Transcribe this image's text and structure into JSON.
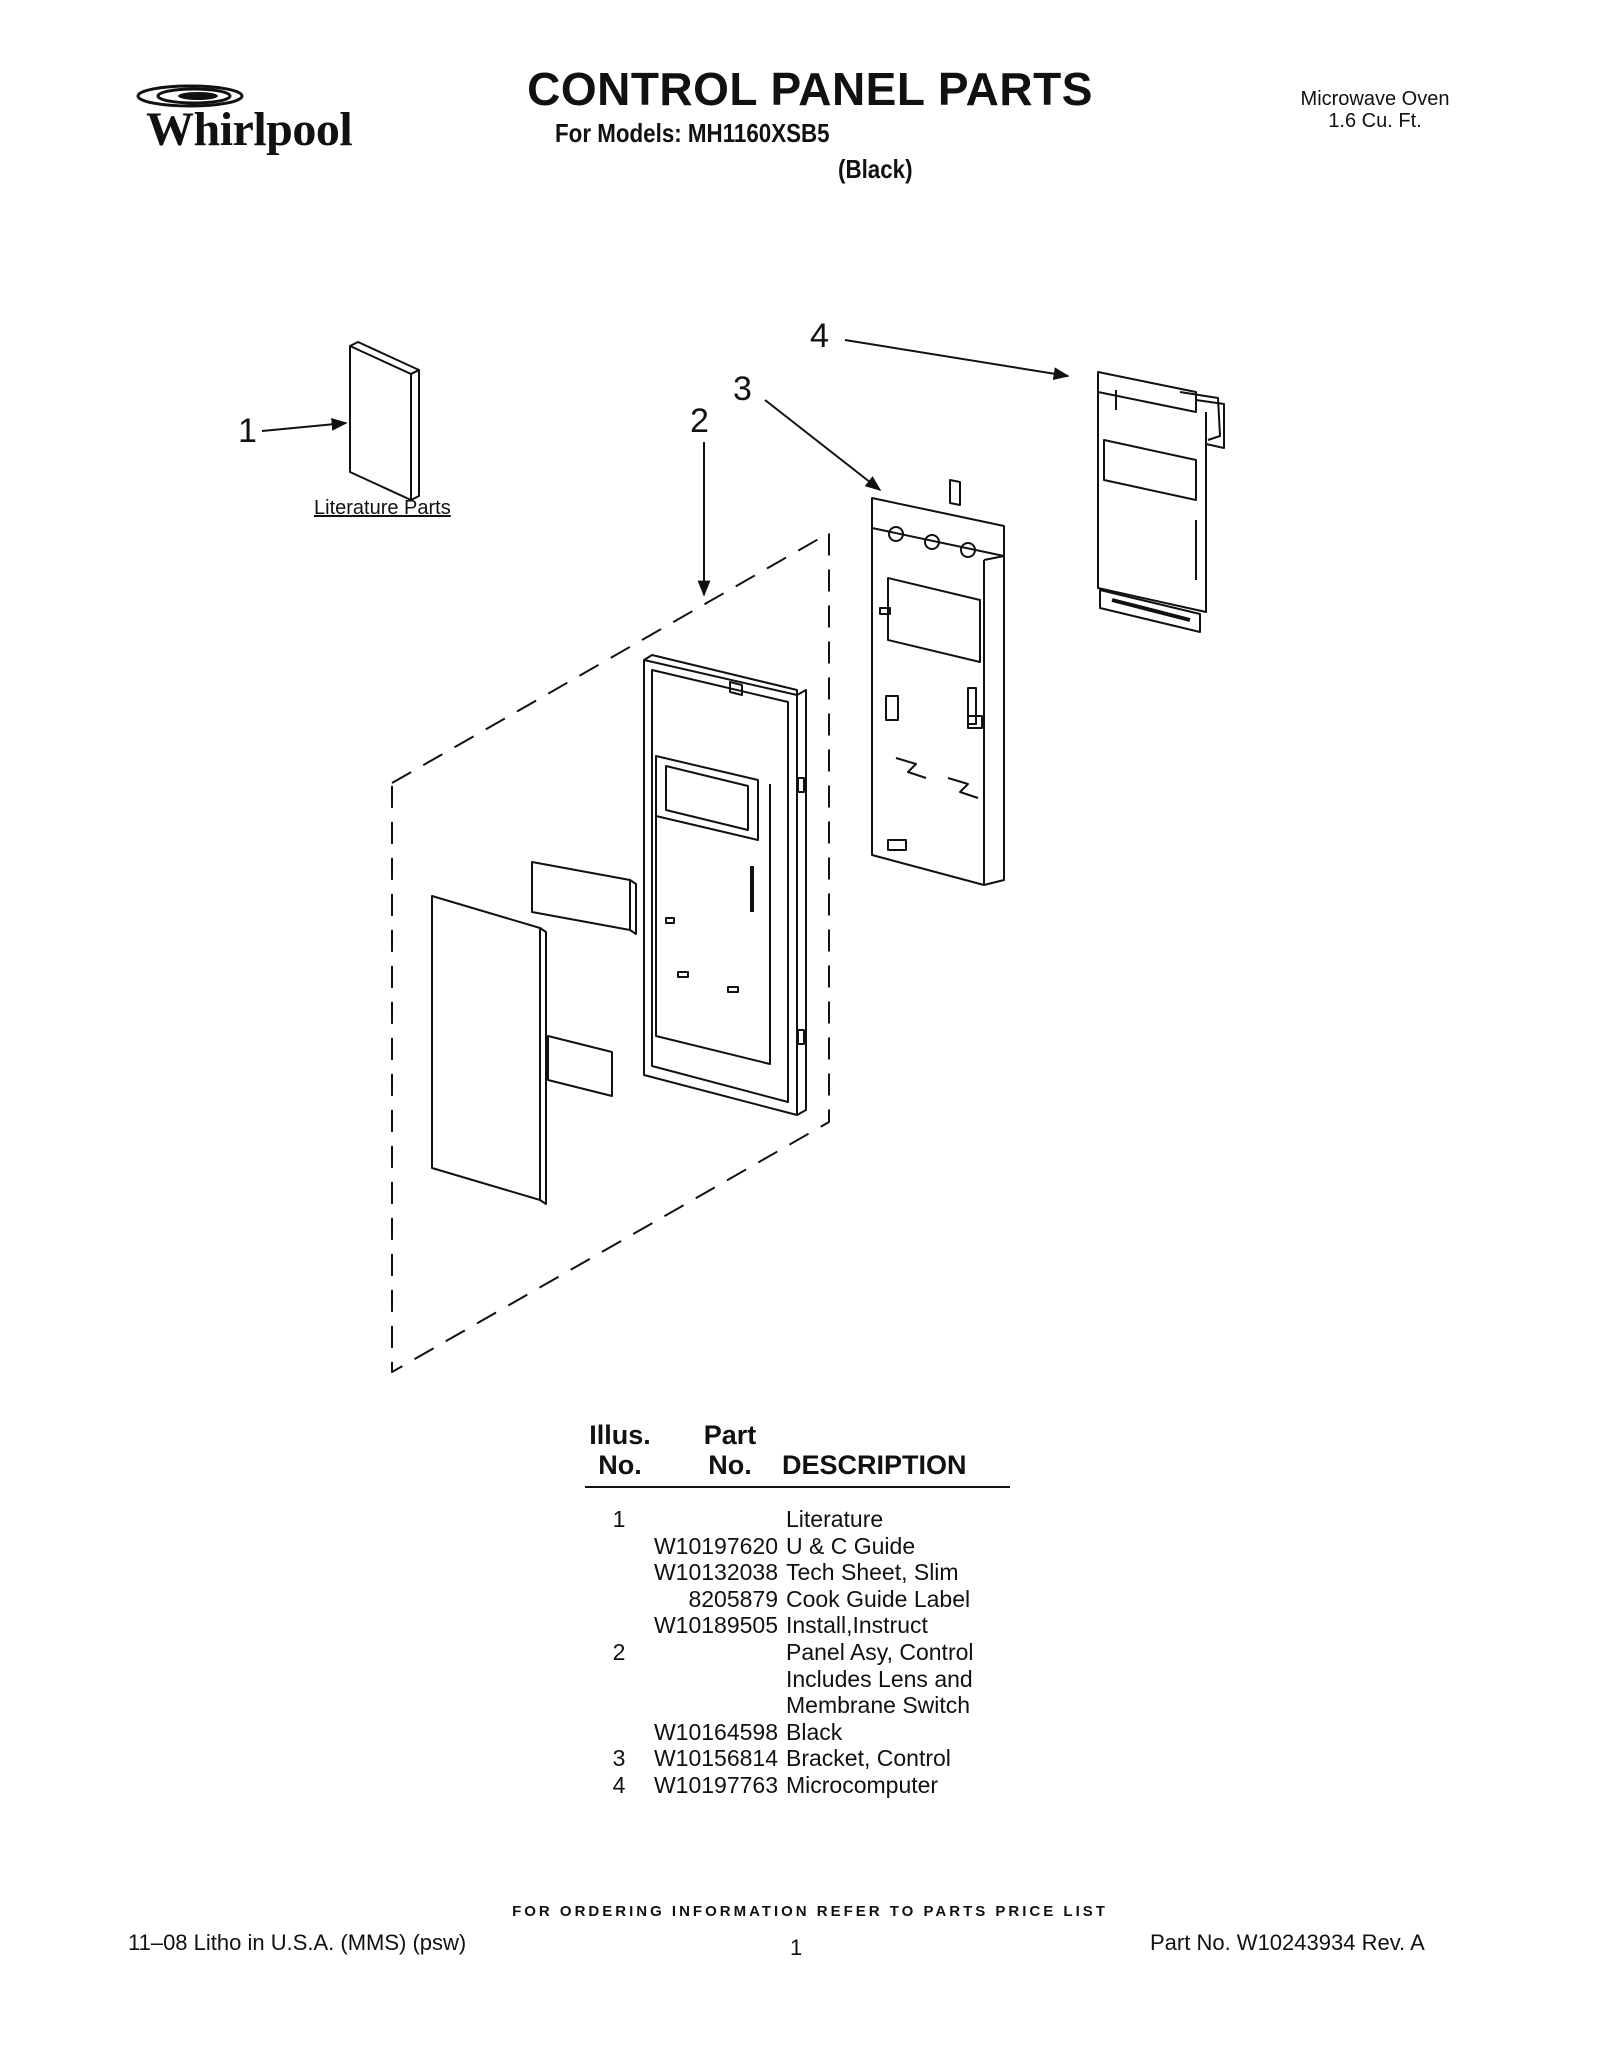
{
  "header": {
    "brand": "Whirlpool",
    "title": "CONTROL PANEL PARTS",
    "models_line": "For Models: MH1160XSB5",
    "color_note": "(Black)",
    "product_line1": "Microwave Oven",
    "product_line2": "1.6 Cu. Ft."
  },
  "diagram": {
    "callouts": [
      "1",
      "2",
      "3",
      "4"
    ],
    "literature_label": "Literature Parts"
  },
  "table": {
    "headers": {
      "illus_line1": "Illus.",
      "illus_line2": "No.",
      "part_line1": "Part",
      "part_line2": "No.",
      "description": "DESCRIPTION"
    },
    "rows": [
      {
        "illus": "1",
        "part": "",
        "desc": "Literature"
      },
      {
        "illus": "",
        "part": "W10197620",
        "desc": "U & C Guide"
      },
      {
        "illus": "",
        "part": "W10132038",
        "desc": "Tech Sheet, Slim"
      },
      {
        "illus": "",
        "part": "8205879",
        "desc": "Cook Guide Label"
      },
      {
        "illus": "",
        "part": "W10189505",
        "desc": "Install,Instruct"
      },
      {
        "illus": "2",
        "part": "",
        "desc": "Panel Asy, Control"
      },
      {
        "illus": "",
        "part": "",
        "desc": "Includes Lens and"
      },
      {
        "illus": "",
        "part": "",
        "desc": "Membrane Switch"
      },
      {
        "illus": "",
        "part": "W10164598",
        "desc": "Black"
      },
      {
        "illus": "3",
        "part": "W10156814",
        "desc": "Bracket, Control"
      },
      {
        "illus": "4",
        "part": "W10197763",
        "desc": "Microcomputer"
      }
    ]
  },
  "footer": {
    "ordering": "FOR ORDERING INFORMATION REFER TO PARTS PRICE LIST",
    "litho": "11–08 Litho in U.S.A. (MMS) (psw)",
    "page": "1",
    "part_no": "Part No. W10243934 Rev. A"
  }
}
